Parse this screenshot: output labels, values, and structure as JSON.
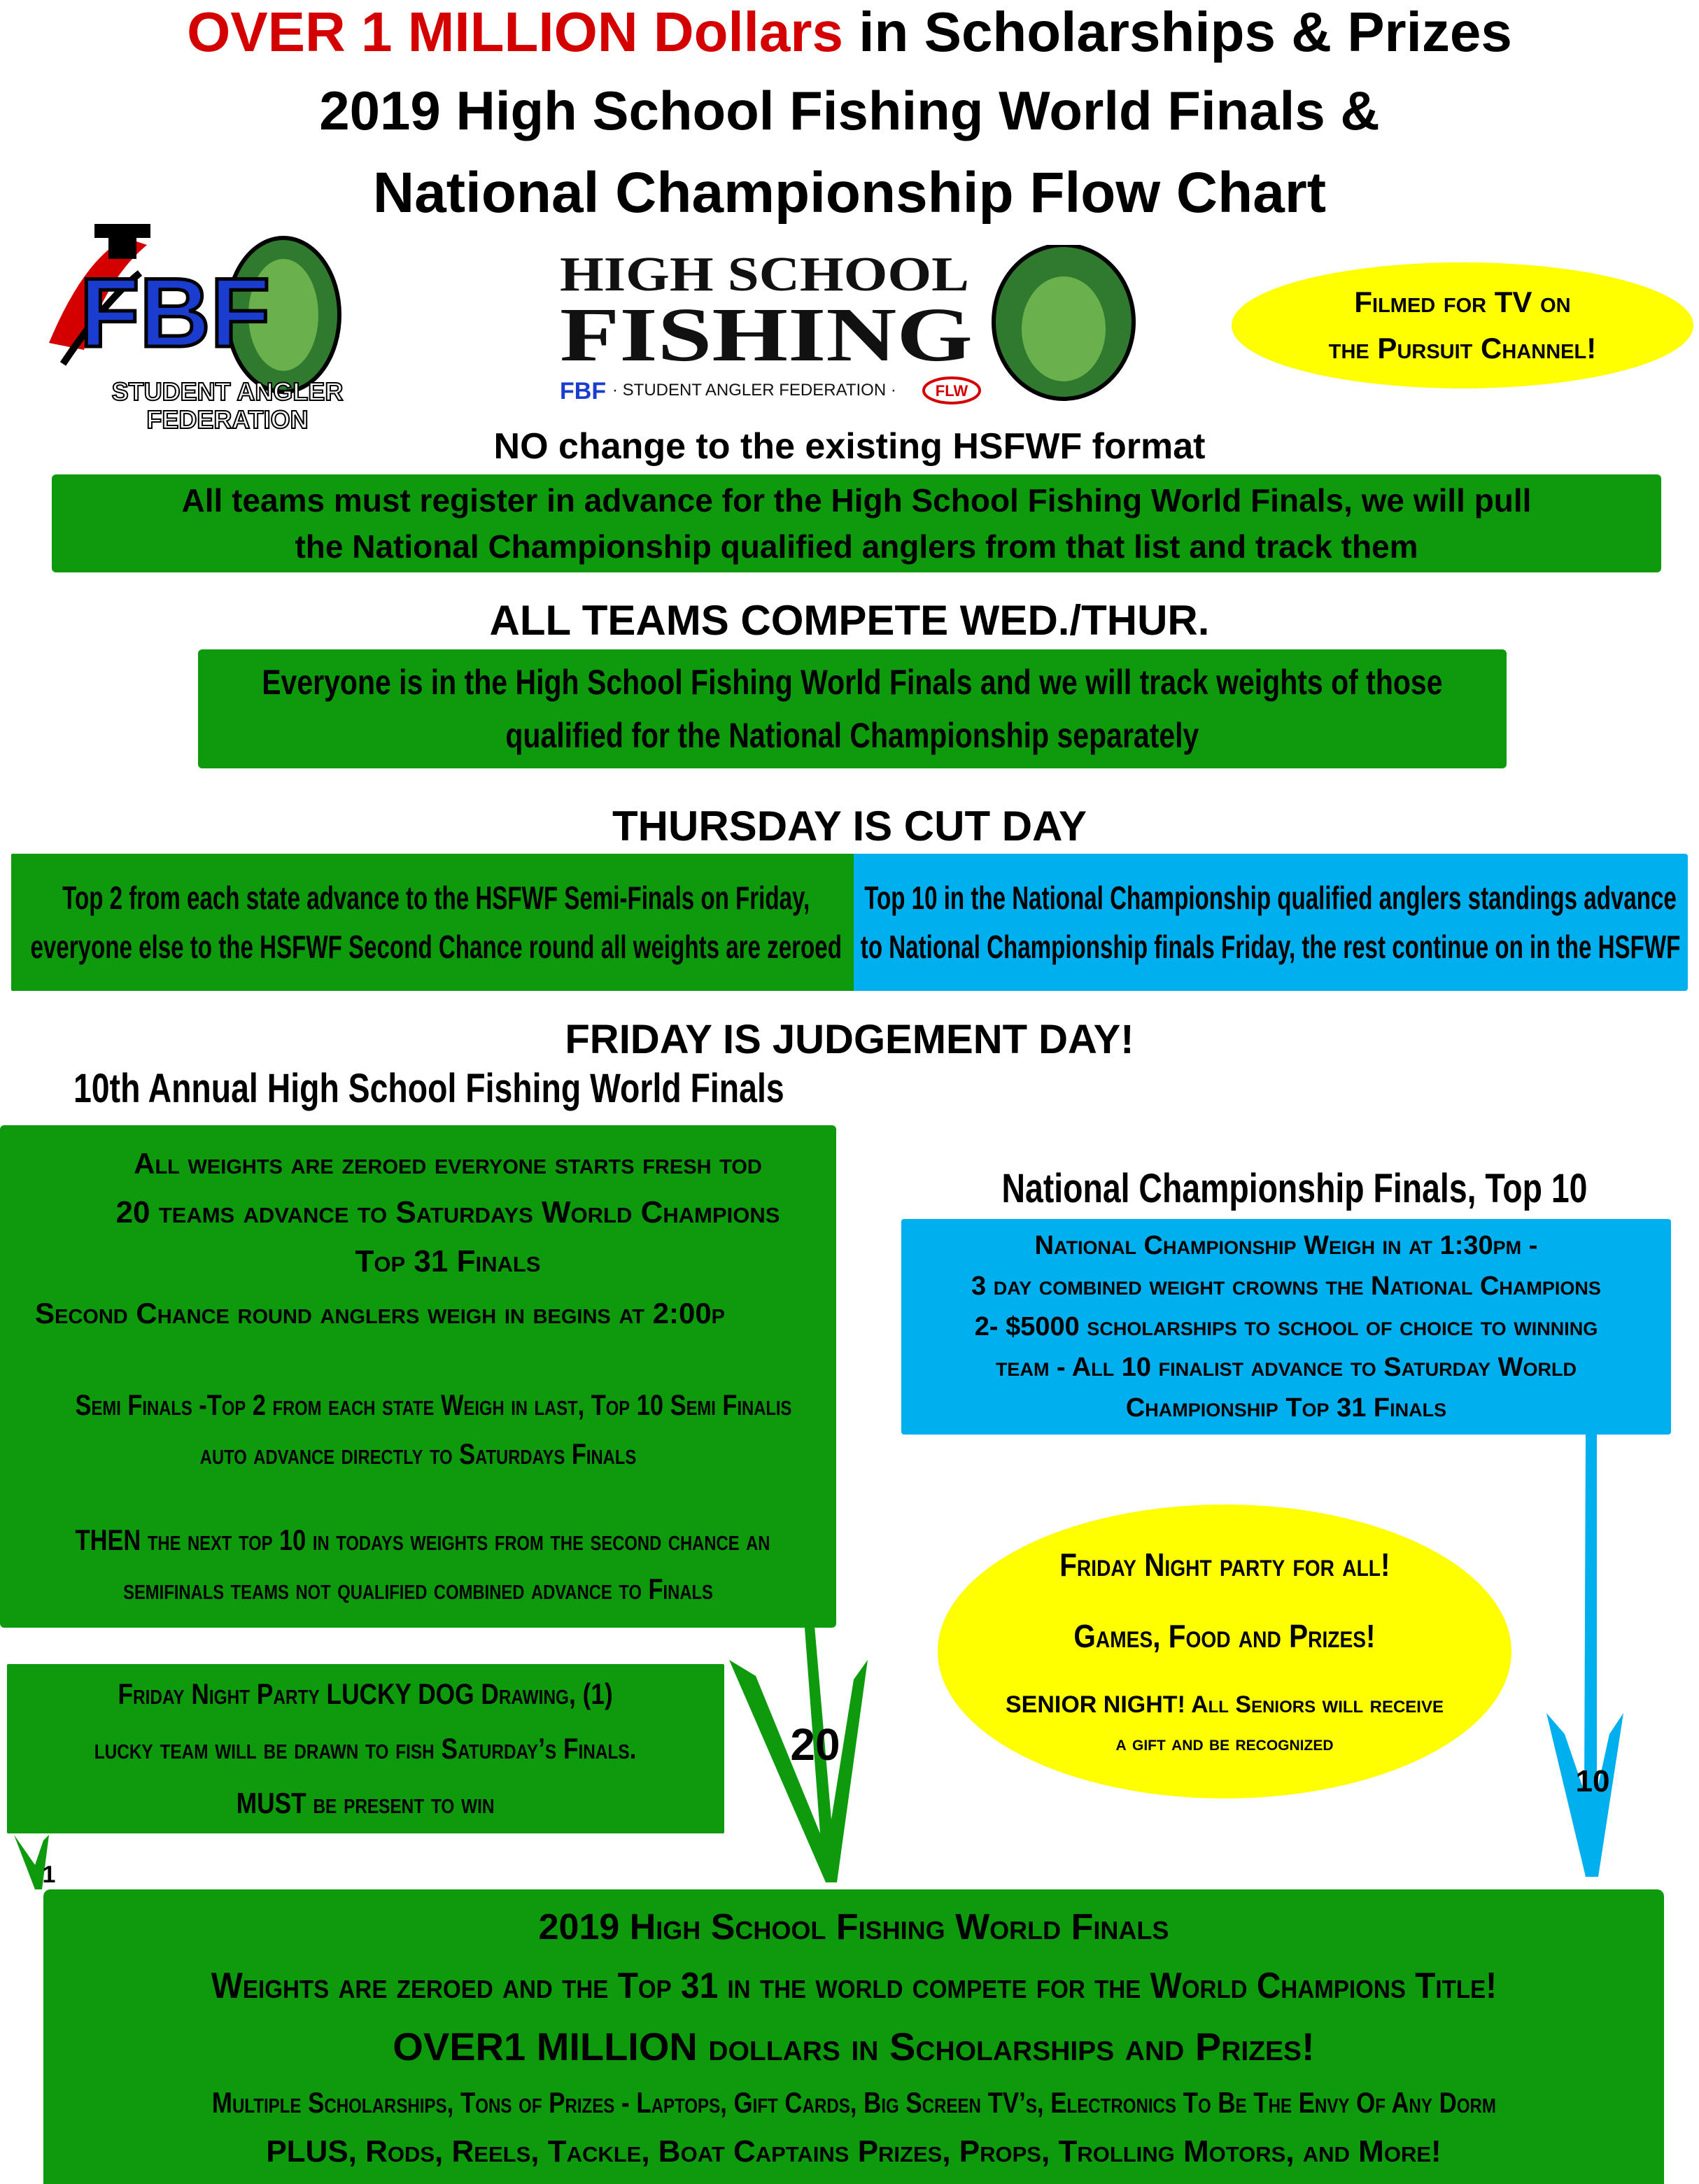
{
  "header": {
    "line1_red": "OVER 1 MILLION Dollars",
    "line1_rest": " in Scholarships & Prizes",
    "line2": "2019 High School Fishing World Finals &",
    "line3": "National Championship Flow Chart"
  },
  "logos": {
    "fbf_letters": "FBF",
    "fbf_caption_1": "STUDENT ANGLER",
    "fbf_caption_2": "FEDERATION",
    "hsf_line1": "HIGH SCHOOL",
    "hsf_line2": "FISHING",
    "hsf_sub_fbf": "FBF",
    "hsf_sub": "· STUDENT ANGLER FEDERATION ·",
    "hsf_sub_flw": "FLW"
  },
  "tv": {
    "line1": "Filmed for TV on",
    "line2": "the Pursuit Channel!"
  },
  "format": {
    "heading": "NO change to the existing HSFWF format",
    "register_line1": "All teams must register in advance for the High School Fishing World Finals, we will pull",
    "register_line2": "the National Championship qualified anglers from that list and track them"
  },
  "wed": {
    "heading": "ALL TEAMS COMPETE WED./THUR.",
    "line1": "Everyone is in the High School Fishing World Finals and we will track weights of those",
    "line2": "qualified for the National Championship separately"
  },
  "cut": {
    "heading": "THURSDAY IS CUT DAY",
    "left_line1": "Top 2 from each state advance to the HSFWF Semi-Finals  on Friday,",
    "left_line2": "everyone else to the HSFWF Second Chance round all weights are zeroed",
    "right_line1": "Top 10 in the National Championship qualified anglers standings advance",
    "right_line2": "to National Championship finals Friday, the rest continue on in the HSFWF"
  },
  "friday": {
    "heading": "FRIDAY IS JUDGEMENT DAY!",
    "hsfwf_heading": "10th Annual High School Fishing World Finals",
    "left_l1": "All weights are zeroed everyone starts fresh tod",
    "left_l2": "20 teams advance to Saturdays World Champions",
    "left_l3": "Top 31 Finals",
    "left_l4": "Second Chance round anglers weigh in begins at 2:00p",
    "left_l5": "Semi Finals -Top 2 from each state  Weigh in last, Top 10 Semi Finalis",
    "left_l6": "auto advance directly to Saturdays Finals",
    "left_l7": "THEN the next  top 10 in todays weights from the second chance an",
    "left_l8": "semifinals teams not qualified combined advance to Finals",
    "natl_heading": "National Championship Finals, Top 10",
    "natl_l1": "National Championship Weigh in at 1:30pm -",
    "natl_l2": "3 day combined weight crowns the National Champions",
    "natl_l3": "2- $5000 scholarships to school of choice to winning",
    "natl_l4": "team - All 10 finalist advance to Saturday World",
    "natl_l5": "Championship Top 31 Finals"
  },
  "party": {
    "l1": "Friday Night party for all!",
    "l2": "Games, Food and Prizes!",
    "l3": "SENIOR NIGHT! All Seniors will receive",
    "l4": "a gift and be recognized"
  },
  "lucky": {
    "l1": "Friday Night Party LUCKY DOG Drawing, (1)",
    "l2": "lucky team will be drawn to fish Saturday’s Finals.",
    "l3": "MUST be present to win"
  },
  "arrows": {
    "count_20": "20",
    "count_10": "10",
    "count_1": "1"
  },
  "final": {
    "l1": "2019 High School Fishing World Finals",
    "l2": "Weights are zeroed and the Top 31 in the world compete for the World Champions Title!",
    "l3": "OVER1 MILLION dollars in Scholarships and Prizes!",
    "l4": "Multiple Scholarships, Tons of Prizes - Laptops, Gift Cards, Big Screen TV’s, Electronics To Be The Envy Of Any Dorm",
    "l5": "PLUS, Rods, Reels, Tackle, Boat Captains Prizes, Props, Trolling Motors, and More!"
  },
  "colors": {
    "green": "#0d9a0d",
    "blue": "#00b0ee",
    "yellow": "#ffff00",
    "red": "#d40000"
  }
}
